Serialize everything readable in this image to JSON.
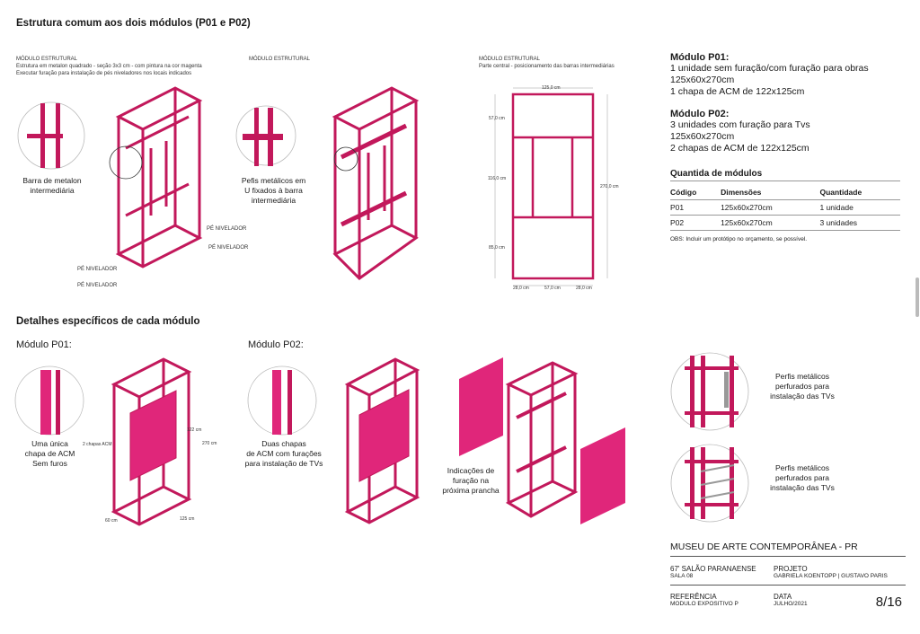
{
  "header": {
    "title": "Estrutura comum aos dois módulos (P01 e P02)"
  },
  "col1": {
    "heading": "MÓDULO ESTRUTURAL",
    "line1": "Estrutura em metalon quadrado - seção 3x3 cm - com pintura na cor magenta",
    "line2": "Executar furação para instalação de pés niveladores nos locais indicados",
    "detail_l1": "Barra de metalon",
    "detail_l2": "intermediária",
    "leveler": "PÉ NIVELADOR"
  },
  "col2": {
    "heading": "MÓDULO ESTRUTURAL",
    "d1": "Pefis metálicos em",
    "d2": "U fixados à barra",
    "d3": "intermediária"
  },
  "col3": {
    "heading": "MÓDULO ESTRUTURAL",
    "sub": "Parte central - posicionamento das barras intermediárias",
    "dims": {
      "top": "125,0 cm",
      "h1": "57,0 cm",
      "h2": "116,0 cm",
      "h3": "85,0 cm",
      "total": "270,0 cm",
      "b1": "28,0 cm",
      "b2": "57,0 cm",
      "b3": "28,0 cm"
    }
  },
  "specs": {
    "p01_title": "Módulo P01:",
    "p01_l1": "1 unidade sem furação/com furação para obras",
    "p01_l2": "125x60x270cm",
    "p01_l3": "1 chapa de ACM de 122x125cm",
    "p02_title": "Módulo P02:",
    "p02_l1": "3 unidades com furação para Tvs",
    "p02_l2": "125x60x270cm",
    "p02_l3": "2 chapas de ACM de 122x125cm",
    "table_title": "Quantida de módulos",
    "headers": [
      "Código",
      "Dimensões",
      "Quantidade"
    ],
    "rows": [
      [
        "P01",
        "125x60x270cm",
        "1 unidade"
      ],
      [
        "P02",
        "125x60x270cm",
        "3 unidades"
      ]
    ],
    "obs": "OBS: Incluir um protótipo no orçamento, se possível."
  },
  "details": {
    "title": "Detalhes específicos de cada módulo",
    "p01_label": "Módulo P01:",
    "p02_label": "Módulo P02:",
    "p01_d1": "Uma única",
    "p01_d2": "chapa de ACM",
    "p01_d3": "Sem furos",
    "p01_dims": {
      "chapas": "2 chapas ACM",
      "h": "122 cm",
      "total": "270 cm",
      "d": "60 cm",
      "w": "125 cm"
    },
    "p02_d1": "Duas chapas",
    "p02_d2": "de ACM com furações",
    "p02_d3": "para instalação de TVs",
    "fur1": "Indicações de",
    "fur2": "furação na",
    "fur3": "próxima prancha",
    "perf_a1": "Perfis metálicos",
    "perf_a2": "perfurados para",
    "perf_a3": "instalação das TVs",
    "perf_b1": "Perfis metálicos",
    "perf_b2": "perfurados para",
    "perf_b3": "instalação das TVs"
  },
  "titleblock": {
    "museum": "MUSEU DE ARTE CONTEMPORÂNEA - PR",
    "event": "67' SALÃO PARANAENSE",
    "room": "SALA 08",
    "proj_label": "PROJETO",
    "proj": "GABRIELA KOENTOPP | GUSTAVO PARIS",
    "ref_label": "REFERÊNCIA",
    "ref": "MODULO EXPOSITIVO P",
    "date_label": "DATA",
    "date": "JULHO/2021",
    "page": "8/16"
  },
  "colors": {
    "magenta": "#C2185B",
    "panel": "#E0267A"
  }
}
